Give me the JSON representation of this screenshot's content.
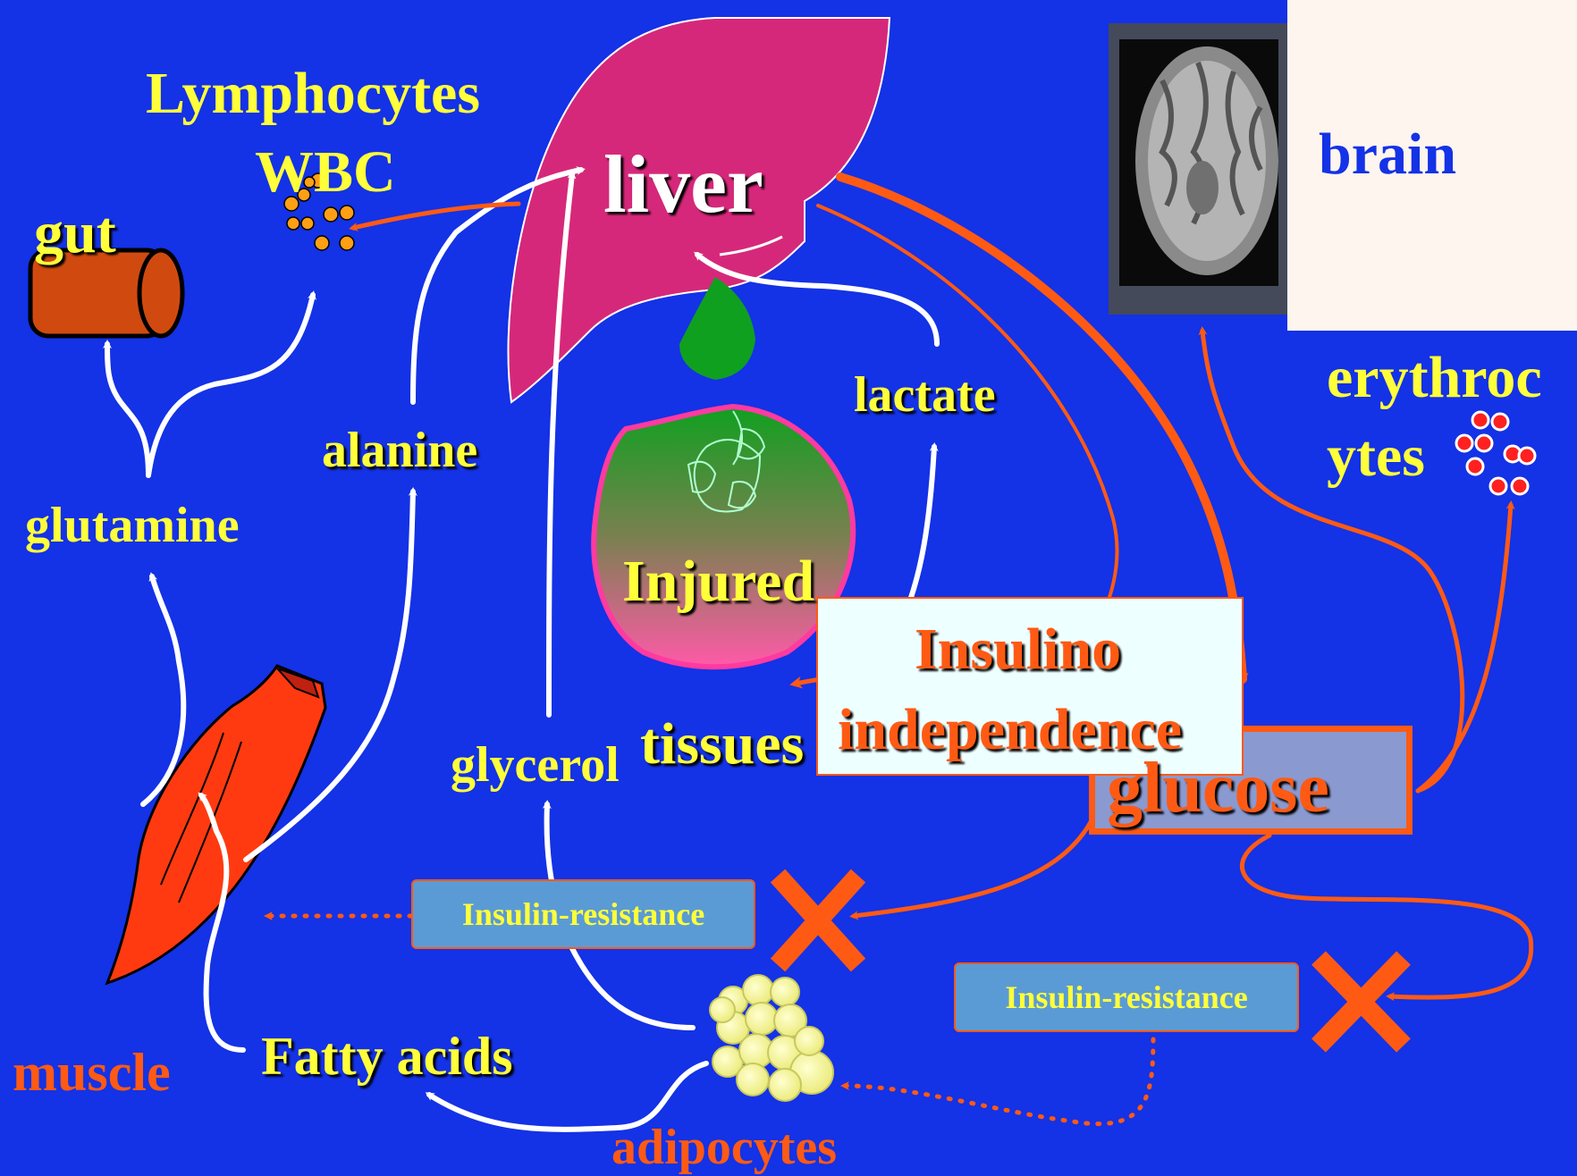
{
  "labels": {
    "lymphocytes": "Lymphocytes",
    "wbc": "WBC",
    "gut": "gut",
    "liver": "liver",
    "brain": "brain",
    "erythroc": "erythroc",
    "ytes": "ytes",
    "alanine": "alanine",
    "glutamine": "glutamine",
    "lactate": "lactate",
    "injured": "Injured",
    "tissues": "tissues",
    "glycerol": "glycerol",
    "glucose": "glucose",
    "insulino": "Insulino",
    "independence": "independence",
    "insulin_resistance_left": "Insulin-resistance",
    "insulin_resistance_right": "Insulin-resistance",
    "fatty_acids": "Fatty acids",
    "muscle": "muscle",
    "adipocytes": "adipocytes"
  },
  "colors": {
    "background": "#1432e6",
    "yellow_text": "#ffff3a",
    "orange_accent": "#ff5a14",
    "liver": "#d6287a",
    "white_arrow": "#ffffff",
    "insulin_box": "#5b9bd5",
    "glucose_box": "#8a9ad0"
  },
  "icons": [
    "gut-icon",
    "lymphocyte-cluster-icon",
    "liver-shape",
    "gallbladder-icon",
    "brain-mri-image",
    "erythrocyte-cluster-icon",
    "injured-tissue-icon",
    "muscle-icon",
    "adipocyte-cluster-icon",
    "x-mark-icon"
  ]
}
